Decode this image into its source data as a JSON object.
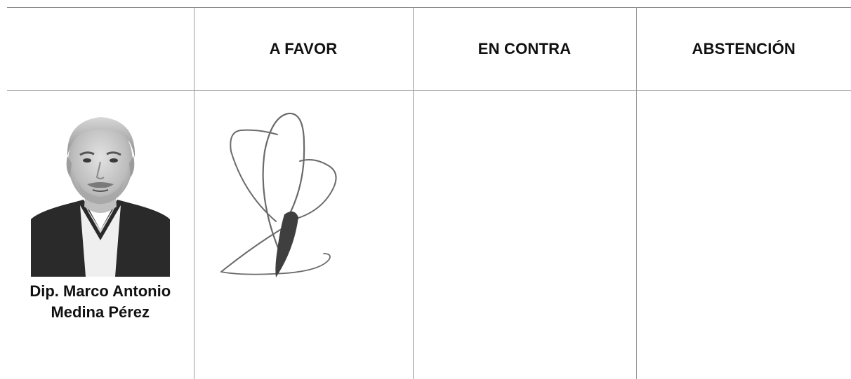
{
  "table": {
    "columns": [
      "",
      "A FAVOR",
      "EN CONTRA",
      "ABSTENCIÓN"
    ],
    "member": {
      "name_line1": "Dip. Marco Antonio",
      "name_line2": "Medina Pérez",
      "photo_icon": "portrait-photo",
      "vote": "A FAVOR",
      "signature_icon": "handwritten-signature"
    }
  }
}
